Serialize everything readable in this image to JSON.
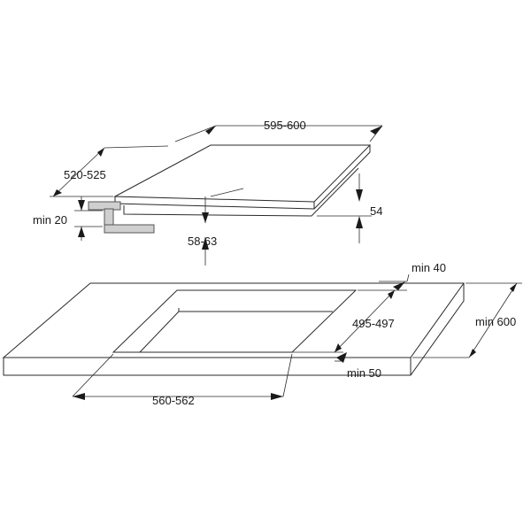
{
  "dimensions": {
    "width": "595-600",
    "depth": "520-525",
    "height": "54",
    "min_frame_clearance": "min 20",
    "total_depth": "58-63",
    "cutout_width": "560-562",
    "cutout_depth": "495-497",
    "min_back": "min 40",
    "min_front": "min 50",
    "min_counter_depth": "min 600"
  }
}
